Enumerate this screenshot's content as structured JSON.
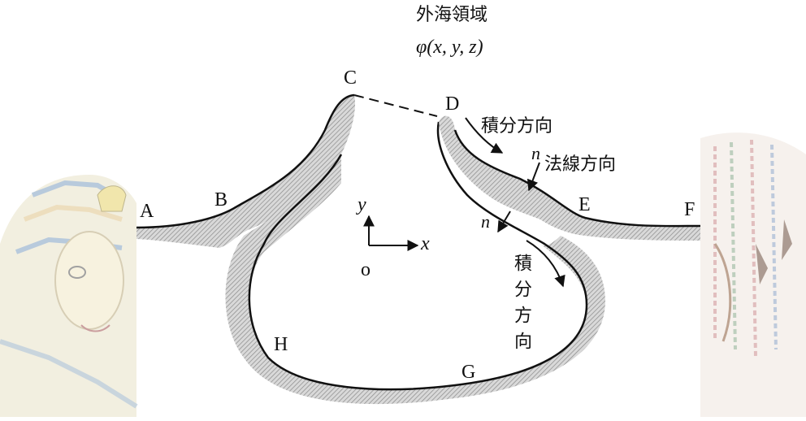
{
  "title": "外海領域",
  "potential": "φ(x, y, z)",
  "points": {
    "A": "A",
    "B": "B",
    "C": "C",
    "D": "D",
    "E": "E",
    "F": "F",
    "G": "G",
    "H": "H"
  },
  "axes": {
    "x": "x",
    "y": "y",
    "origin": "o"
  },
  "normal_label": "n",
  "normal_direction": "法線方向",
  "integration_direction": "積分方向",
  "colors": {
    "hatch": "#9a9a9a",
    "line": "#111111",
    "figure_bg": "#c8c8c8"
  },
  "decorations": [
    "pharaoh-drawing-left",
    "pharaoh-drawing-right"
  ]
}
